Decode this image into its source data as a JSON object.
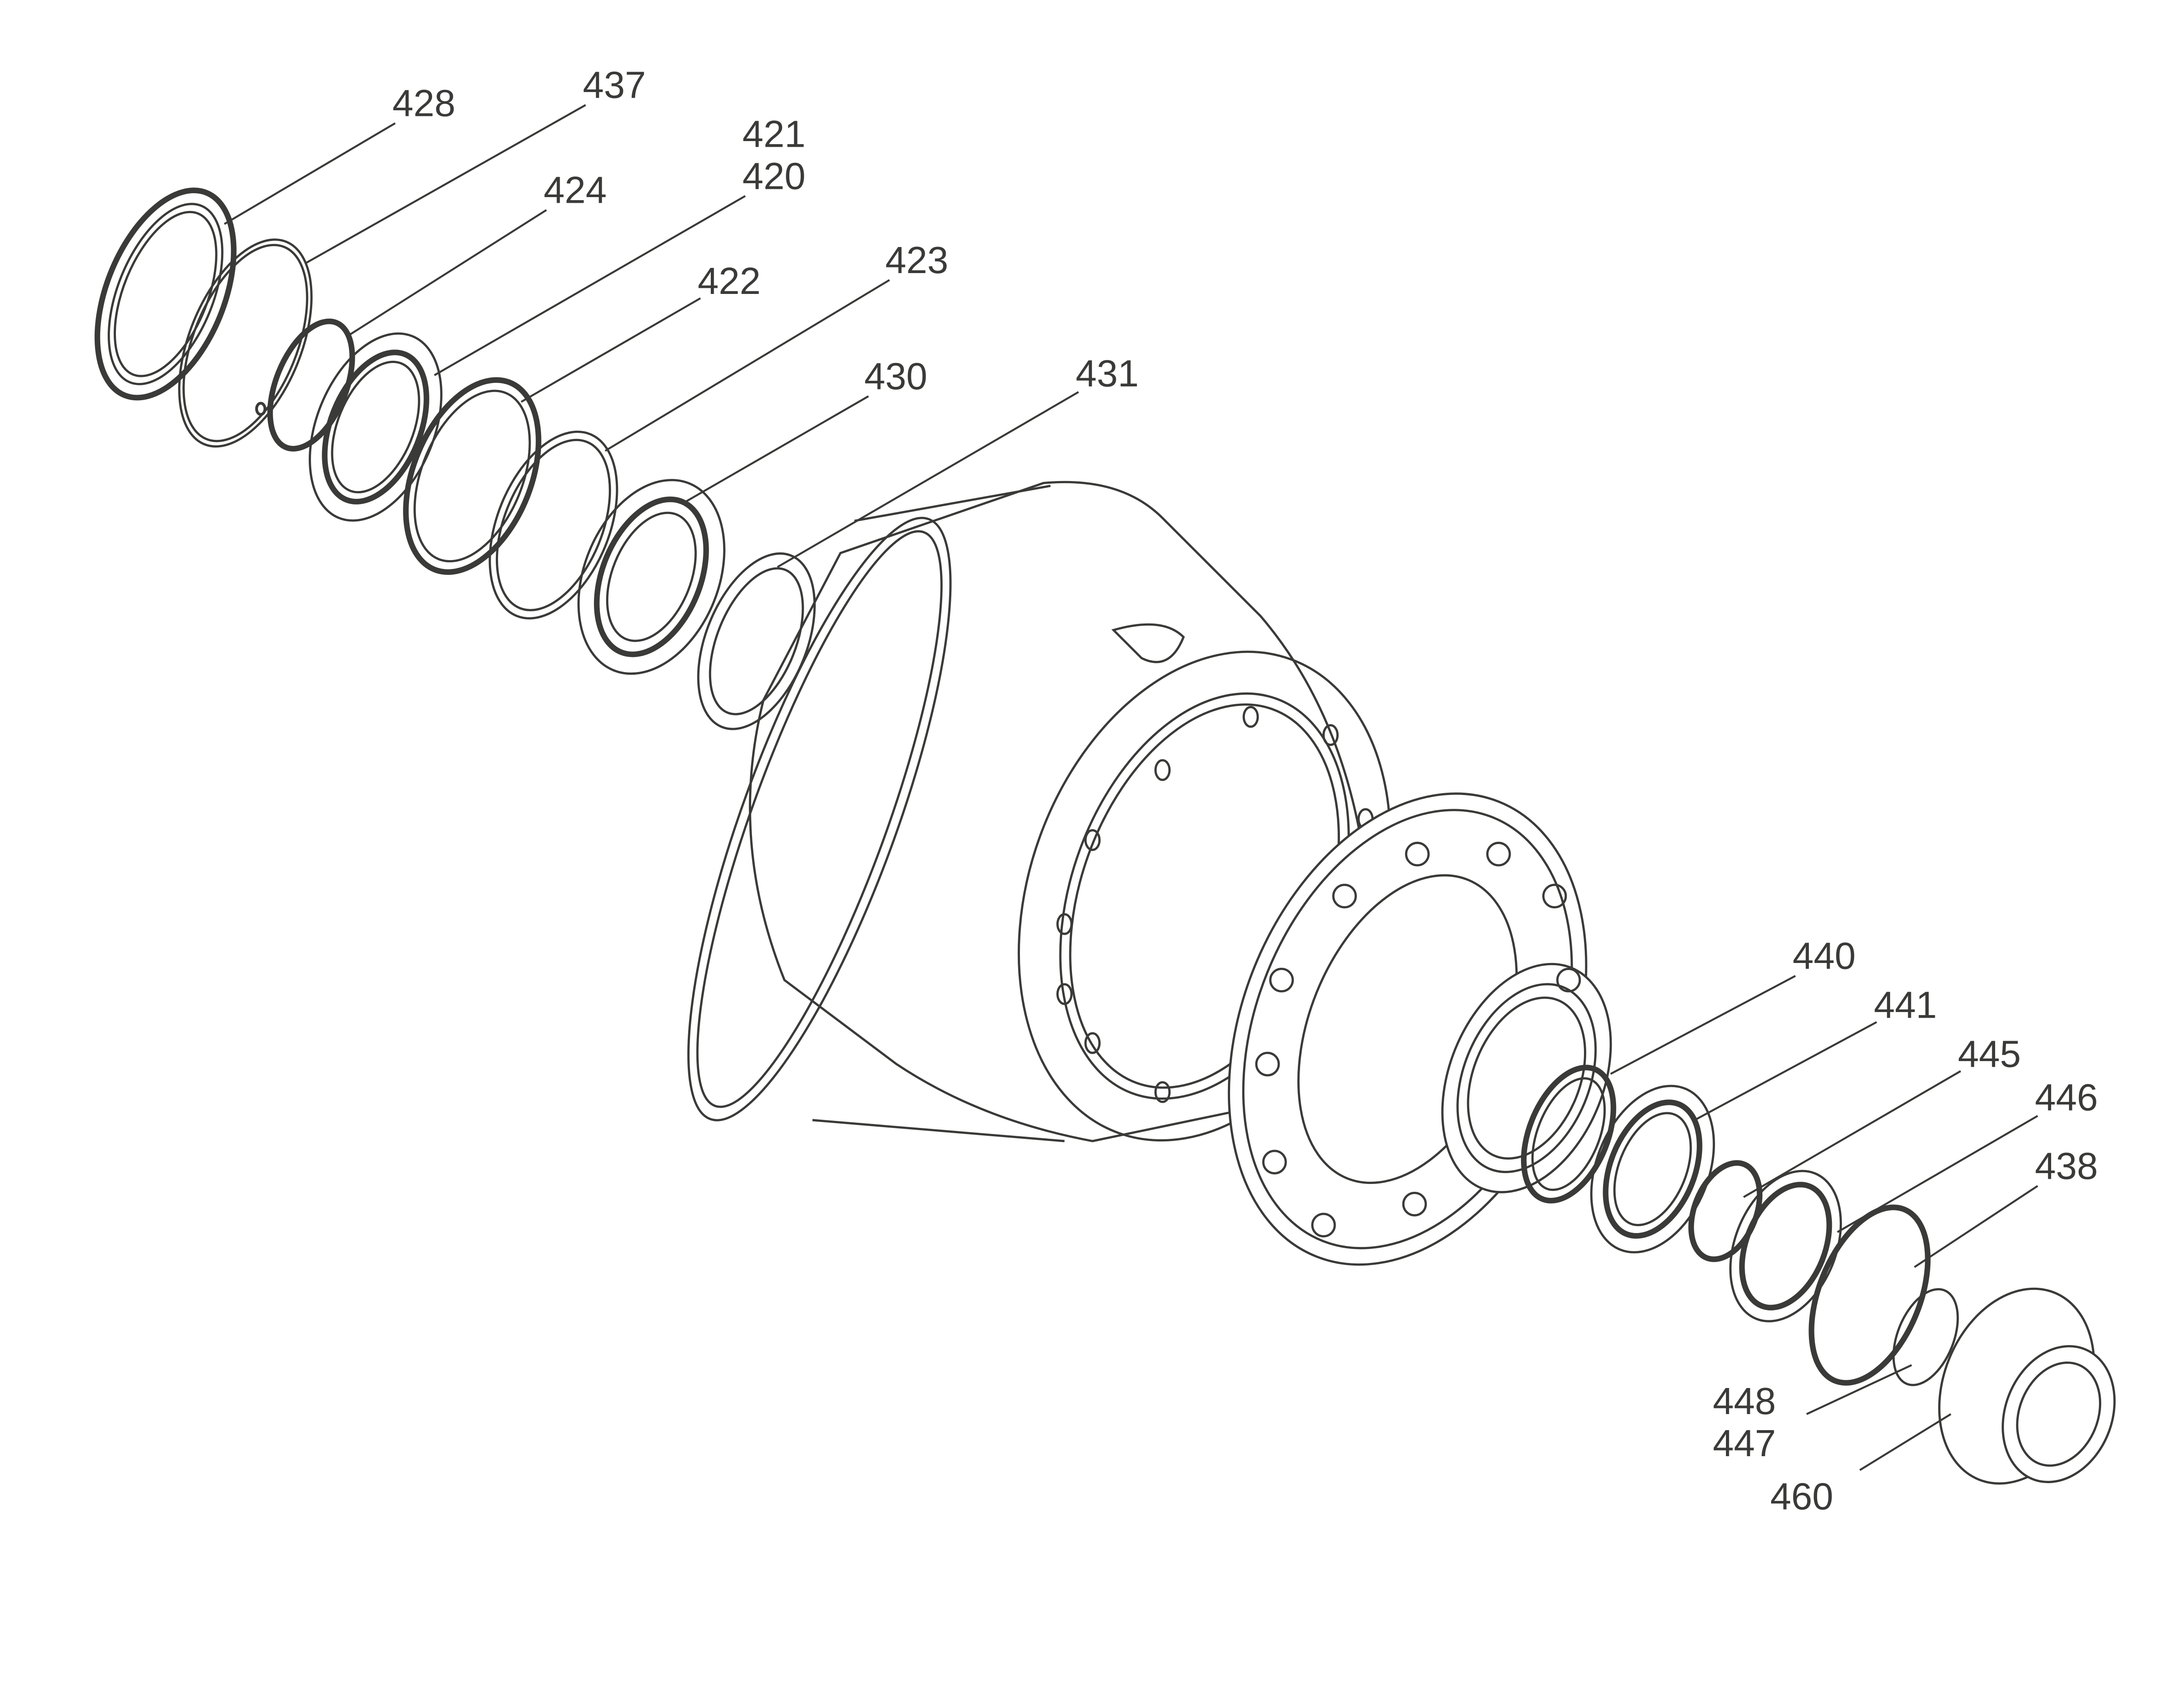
{
  "diagram": {
    "type": "exploded-parts-view",
    "line_color": "#3a3a38",
    "background": "#ffffff",
    "callouts": {
      "p428": "428",
      "p437": "437",
      "p421": "421",
      "p420": "420",
      "p424": "424",
      "p422": "422",
      "p423": "423",
      "p430": "430",
      "p431": "431",
      "p440": "440",
      "p441": "441",
      "p445": "445",
      "p446": "446",
      "p438": "438",
      "p448": "448",
      "p447": "447",
      "p460": "460"
    }
  }
}
